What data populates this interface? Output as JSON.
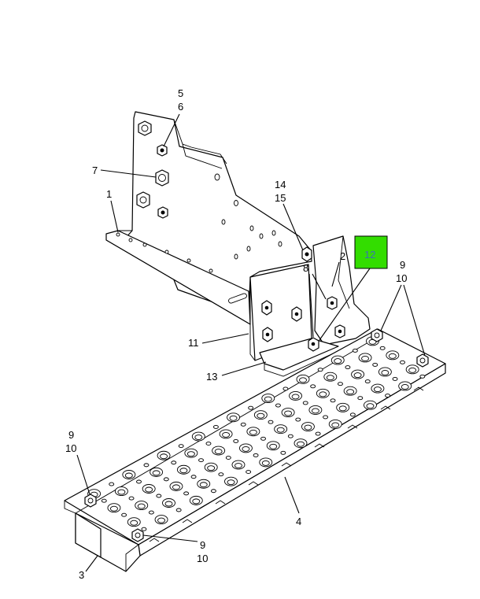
{
  "highlight_color": "#33dd00",
  "callouts": {
    "c5": "5",
    "c6": "6",
    "c7": "7",
    "c1": "1",
    "c14": "14",
    "c15": "15",
    "c12": "12",
    "c2": "2",
    "c8": "8",
    "c9_top": "9",
    "c10_top": "10",
    "c11": "11",
    "c13": "13",
    "c9_left": "9",
    "c10_left": "10",
    "c4": "4",
    "c9_bottom": "9",
    "c10_bottom": "10",
    "c3": "3"
  }
}
